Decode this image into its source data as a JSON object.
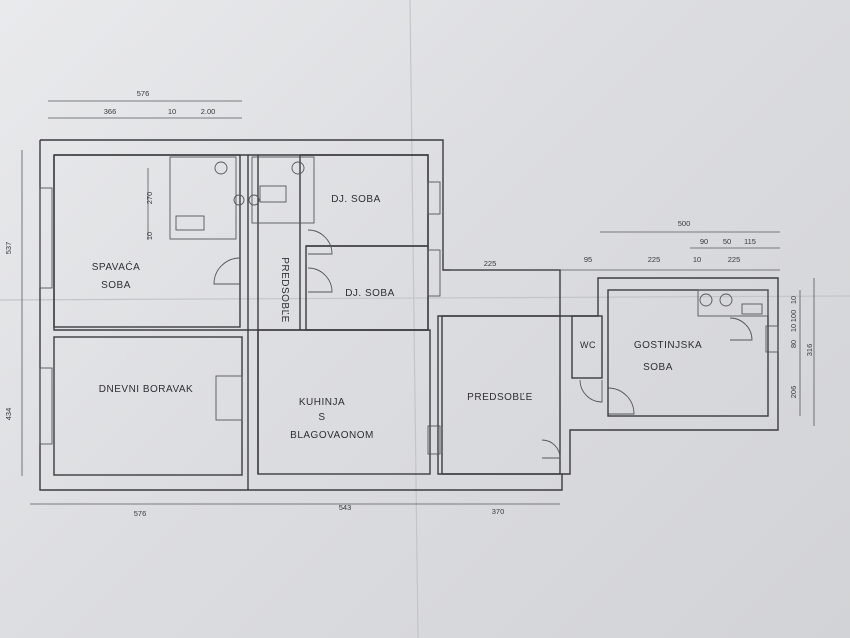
{
  "rooms": {
    "spavaca": "SPAVAĆA",
    "spavaca_2": "SOBA",
    "dj_soba_1": "DJ. SOBA",
    "dj_soba_2": "DJ. SOBA",
    "predsoblje_vertical": "PREDSOBĽE",
    "dnevni": "DNEVNI BORAVAK",
    "kuhinja_1": "KUHINJA",
    "kuhinja_2": "S",
    "kuhinja_3": "BLAGOVAONOM",
    "predsoblje": "PREDSOBĽE",
    "wc": "WC",
    "gostinjska_1": "GOSTINJSKA",
    "gostinjska_2": "SOBA"
  },
  "dimensions": {
    "top_total": "576",
    "top_a": "366",
    "top_b": "10",
    "top_c": "2.00",
    "left_upper": "537",
    "left_lower": "434",
    "left_small_a": "270",
    "left_small_b": "10",
    "bottom_a": "576",
    "bottom_b": "543",
    "bottom_c": "370",
    "right_total": "500",
    "right_a": "90",
    "right_b": "50",
    "right_c": "115",
    "right_d": "95",
    "right_e": "225",
    "right_f": "10",
    "right_g": "225",
    "right_h": "225",
    "side_a": "10",
    "side_b": "100",
    "side_c": "80",
    "side_d": "10",
    "side_e": "206",
    "side_f": "316"
  }
}
